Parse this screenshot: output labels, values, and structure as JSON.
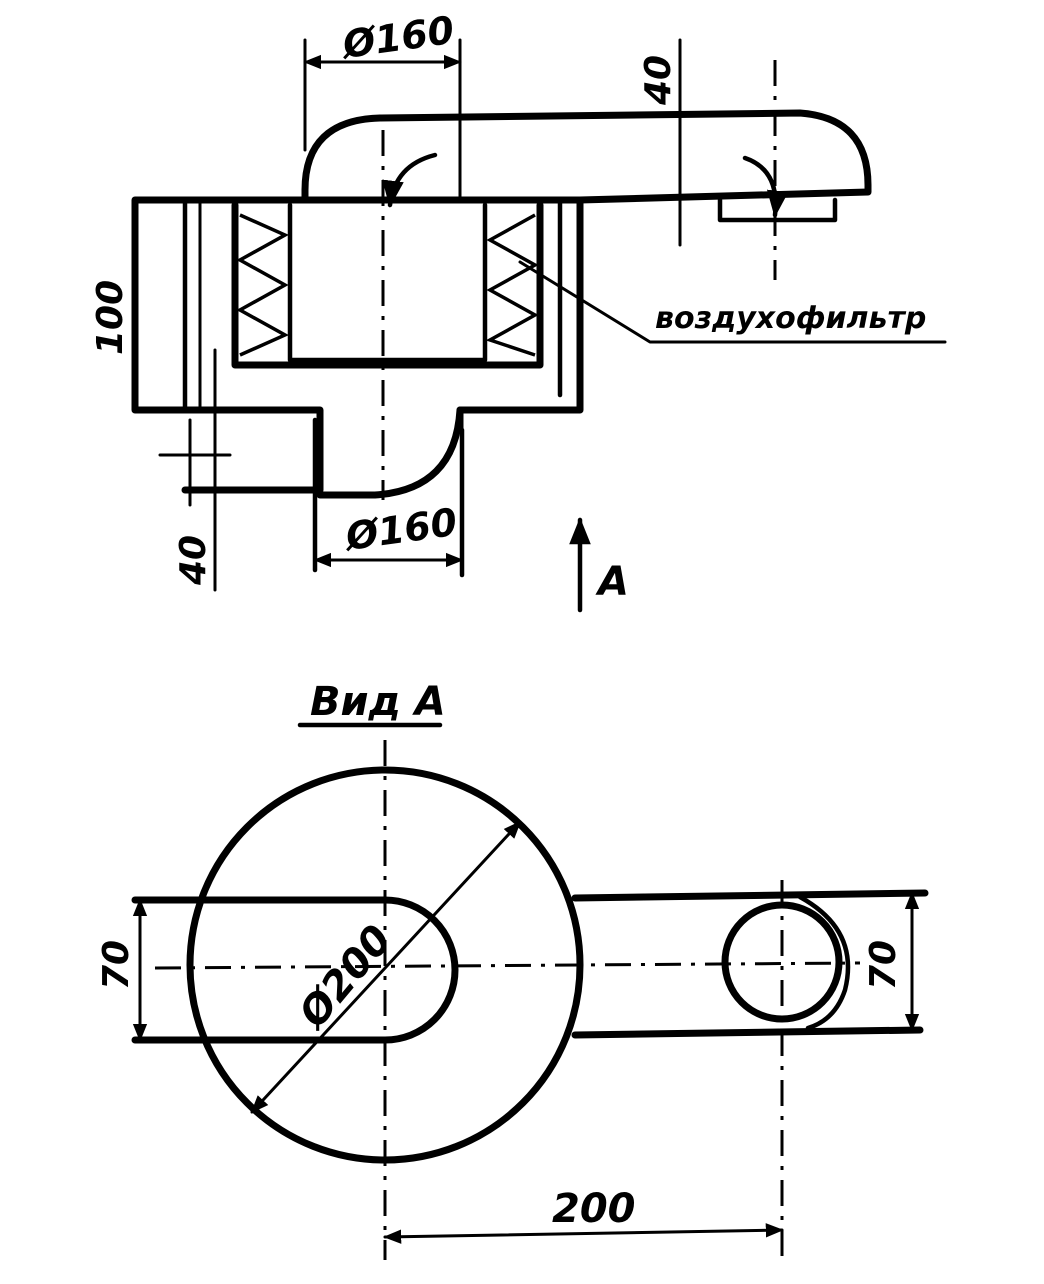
{
  "labels": {
    "dim_diam_top": "Ø160",
    "dim_40_top": "40",
    "dim_100": "100",
    "dim_40_bottom": "40",
    "dim_diam_bottom": "Ø160",
    "view_arrow": "A",
    "part_label": "воздухофильтр",
    "view_title": "Вид А",
    "dim_70_left": "70",
    "dim_diam_200": "Ø200",
    "dim_70_right": "70",
    "dim_200": "200"
  }
}
